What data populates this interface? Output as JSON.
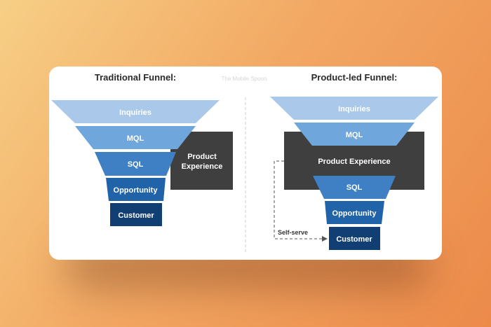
{
  "colors": {
    "tier1": "#a9c8ea",
    "tier2": "#6fa6dc",
    "tier3": "#3f80c4",
    "tier4": "#2163a8",
    "tier5": "#123f73",
    "product_box": "#3f3f3f",
    "divider": "#cfcfcf"
  },
  "watermark": "The Mobile Spoon",
  "traditional": {
    "title": "Traditional Funnel:",
    "stages": [
      "Inquiries",
      "MQL",
      "SQL",
      "Opportunity",
      "Customer"
    ],
    "product_experience": [
      "Product",
      "Experience"
    ]
  },
  "product_led": {
    "title": "Product-led Funnel:",
    "stages": [
      "Inquiries",
      "MQL",
      "SQL",
      "Opportunity",
      "Customer"
    ],
    "product_experience": "Product Experience",
    "self_serve_label": "Self-serve"
  }
}
